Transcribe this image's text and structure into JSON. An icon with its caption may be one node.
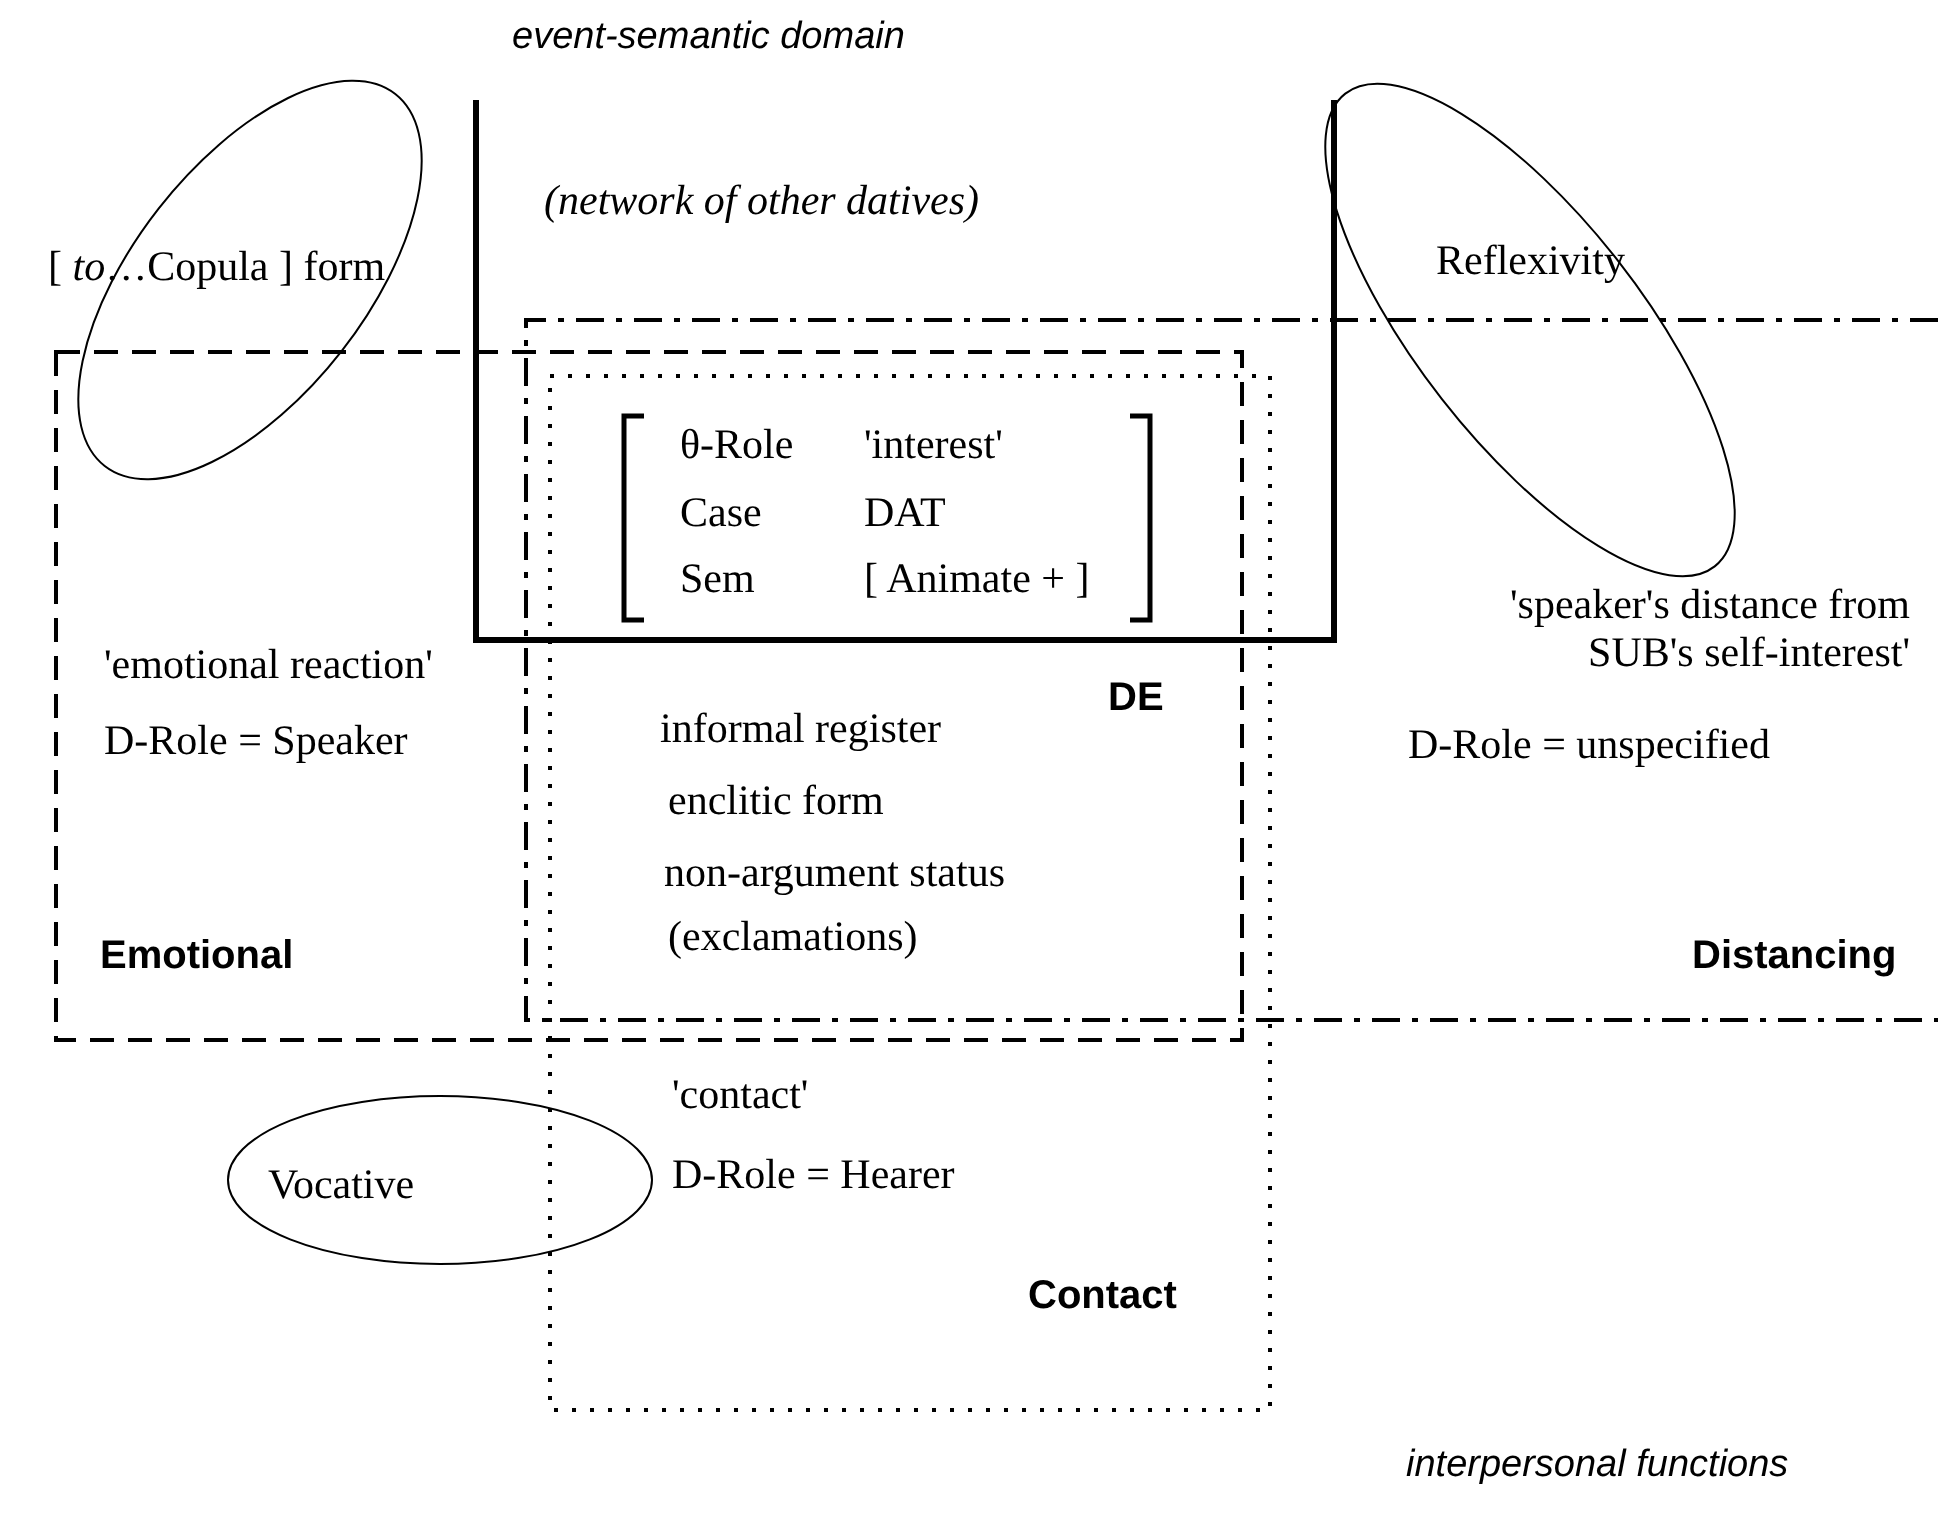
{
  "diagram": {
    "nodes": [
      {
        "text": [
          "event-semantic domain",
          "(network of other datives)"
        ]
      },
      {
        "text": [
          "'emotional reaction'",
          "D-Role = Speaker",
          "Emotional"
        ]
      },
      {
        "text": [
          "'speaker's distance from SUB's self-interest'",
          "D-Role =  unspecified",
          "Distancing"
        ]
      },
      {
        "text": [
          "'contact'",
          "D-Role = Hearer",
          "Contact"
        ]
      },
      {
        "text": [
          "[ *to*…Copula ] form"
        ]
      },
      {
        "text": [
          "Reflexivity"
        ]
      },
      {
        "text": [
          "Vocative"
        ]
      }
    ],
    "labels": [
      "θ-Role",
      "'interest'",
      "Case",
      "DAT",
      "Sem",
      "[ Animate + ]",
      "DE",
      "informal register",
      "enclitic form",
      "non-argument status",
      "(exclamations)",
      "interpersonal functions"
    ]
  }
}
